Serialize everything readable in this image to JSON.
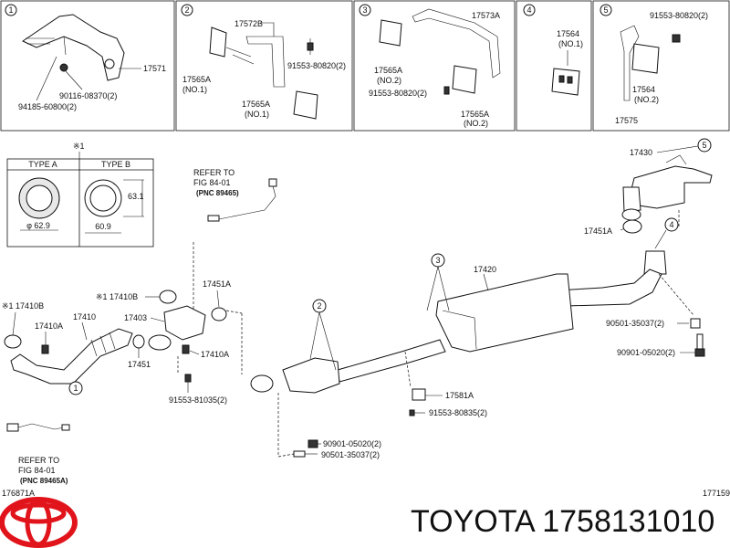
{
  "insets": [
    {
      "num": "1",
      "labels": [
        "17571",
        "90116-08370(2)",
        "94185-60800(2)"
      ]
    },
    {
      "num": "2",
      "labels": [
        "17572B",
        "17565A",
        "(NO.1)",
        "91553-80820(2)",
        "17565A",
        "(NO.1)"
      ]
    },
    {
      "num": "3",
      "labels": [
        "17573A",
        "17565A",
        "(NO.2)",
        "91553-80820(2)",
        "17565A",
        "(NO.2)"
      ]
    },
    {
      "num": "4",
      "labels": [
        "17564",
        "(NO.1)"
      ]
    },
    {
      "num": "5",
      "labels": [
        "91553-80820(2)",
        "17564",
        "(NO.2)",
        "17575"
      ]
    }
  ],
  "type_table": {
    "marker": "※1",
    "type_a": "TYPE A",
    "type_b": "TYPE B",
    "dim_a": "φ 62.9",
    "dim_b_height": "63.1",
    "dim_b_width": "60.9"
  },
  "refer_top": [
    "REFER TO",
    "FIG 84-01",
    "(PNC 89465)"
  ],
  "refer_bottom": [
    "REFER TO",
    "FIG 84-01",
    "(PNC 89465A)"
  ],
  "callouts": {
    "p17430": "17430",
    "p17451a_r": "17451A",
    "p17420": "17420",
    "p90501_r": "90501-35037(2)",
    "p90901_r": "90901-05020(2)",
    "p17581a": "17581A",
    "p91553_808": "91553-80835(2)",
    "p90901_b": "90901-05020(2)",
    "p90501_b": "90501-35037(2)",
    "p17410b_l": "※1 17410B",
    "p17410a_l": "17410A",
    "p17410": "17410",
    "p17410b_m": "※1 17410B",
    "p17403": "17403",
    "p17451a_m": "17451A",
    "p17410a_m": "17410A",
    "p17451": "17451",
    "p91553_810": "91553-81035(2)"
  },
  "circle_nums": {
    "c1": "1",
    "c2": "2",
    "c3": "3",
    "c4": "4",
    "c5": "5"
  },
  "codes": {
    "left": "176871A",
    "right": "177159"
  },
  "brand_line": "TOYOTA 1758131010"
}
